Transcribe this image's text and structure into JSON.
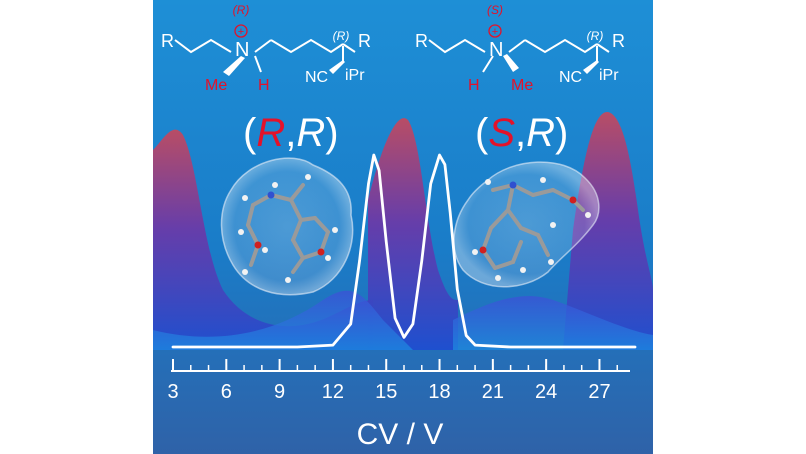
{
  "colors": {
    "background_top": "#1e8fd6",
    "background_bottom": "#2f62a8",
    "accent_red": "#e3122a",
    "white": "#ffffff",
    "surface_red": "#b0394e",
    "surface_blue": "#2e3fc9"
  },
  "left_structure": {
    "r_left": "R",
    "nitrogen": "N",
    "plus": "+",
    "n_config": "(R)",
    "c_config": "(R)",
    "r_right": "R",
    "me": "Me",
    "h": "H",
    "nc": "NC",
    "ipr": "iPr"
  },
  "right_structure": {
    "r_left": "R",
    "nitrogen": "N",
    "plus": "+",
    "n_config": "(S)",
    "c_config": "(R)",
    "r_right": "R",
    "me": "Me",
    "h": "H",
    "nc": "NC",
    "ipr": "iPr"
  },
  "left_label": {
    "open": "(",
    "first": "R",
    "comma": ",",
    "second": "R",
    "close": ")"
  },
  "right_label": {
    "open": "(",
    "first": "S",
    "comma": ",",
    "second": "R",
    "close": ")"
  },
  "chart_data": {
    "type": "line",
    "xlabel": "CV / V",
    "x_ticks": [
      3,
      6,
      9,
      12,
      15,
      18,
      21,
      24,
      27
    ],
    "xlim": [
      3,
      29
    ],
    "ylim": [
      0,
      1
    ],
    "series": [
      {
        "x": [
          3,
          10,
          12,
          13,
          13.5,
          14,
          14.3,
          14.6,
          15,
          15.5,
          16,
          16.5,
          17,
          17.5,
          18,
          18.3,
          18.6,
          19,
          19.5,
          20,
          22,
          29
        ],
        "y": [
          0,
          0,
          0.01,
          0.12,
          0.45,
          0.85,
          1.0,
          0.92,
          0.55,
          0.15,
          0.05,
          0.12,
          0.45,
          0.85,
          1.0,
          0.95,
          0.7,
          0.3,
          0.06,
          0.01,
          0,
          0
        ]
      }
    ]
  }
}
